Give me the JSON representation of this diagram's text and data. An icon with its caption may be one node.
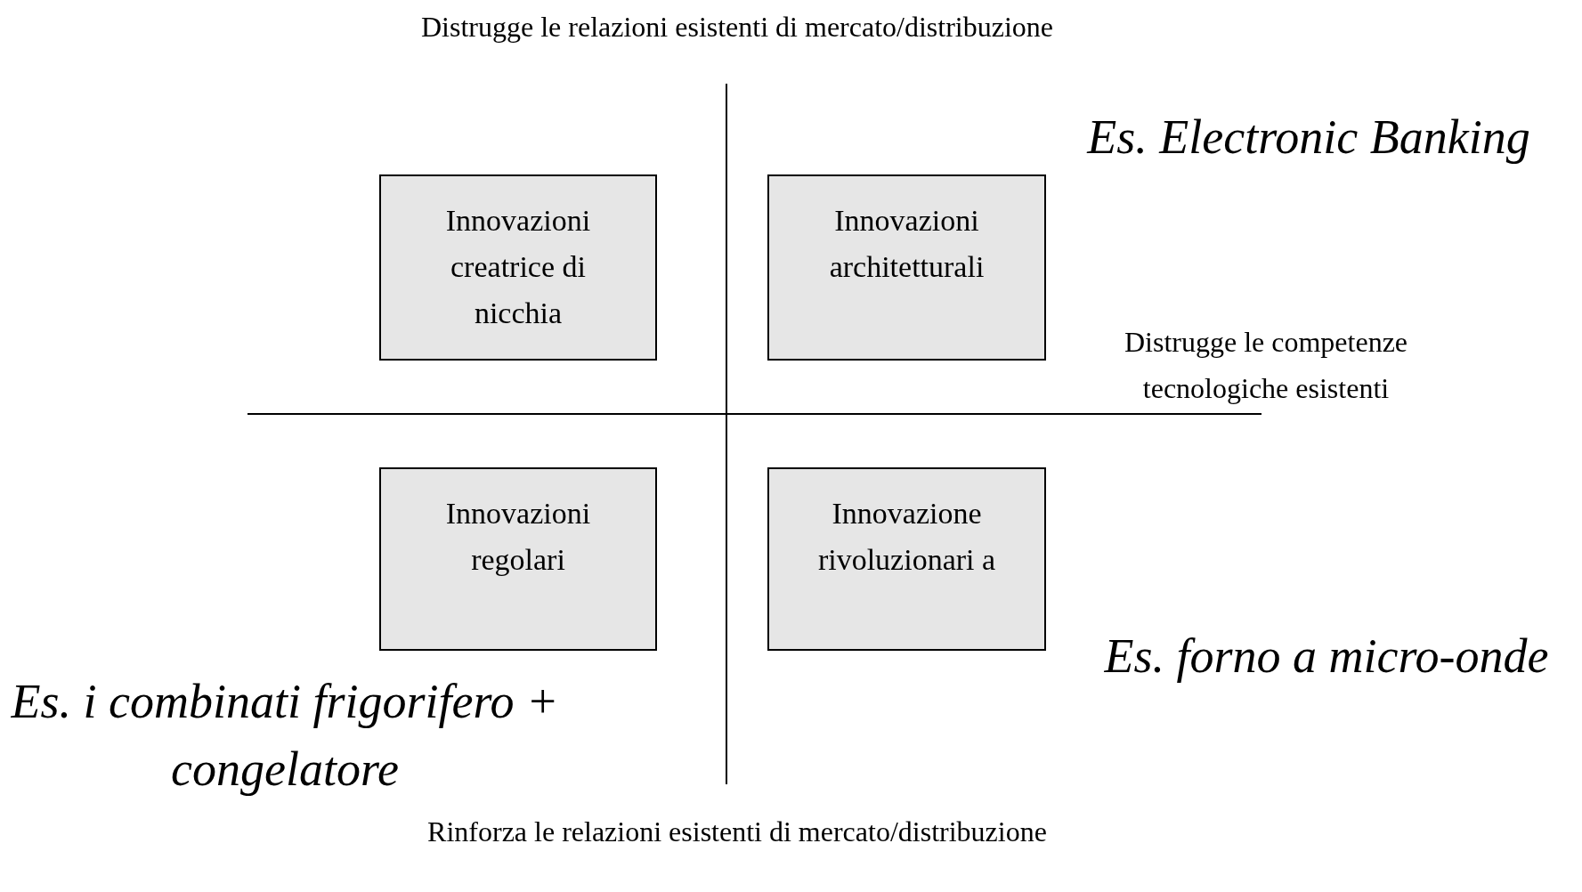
{
  "diagram": {
    "nodes": [
      {
        "text": [
          "Innovazioni creatrice di nicchia"
        ]
      },
      {
        "text": [
          "Innovazioni architetturali"
        ]
      },
      {
        "text": [
          "Innovazioni regolari"
        ]
      },
      {
        "text": [
          "Innovazione rivoluzionari a"
        ]
      }
    ],
    "labels": [
      "Distrugge le relazioni esistenti di mercato/distribuzione",
      "Es. Electronic Banking",
      "Distrugge le competenze tecnologiche esistenti",
      "Es. forno a micro-onde",
      "Es. i combinati frigorifero + congelatore",
      "Rinforza le relazioni esistenti di mercato/distribuzione"
    ]
  }
}
